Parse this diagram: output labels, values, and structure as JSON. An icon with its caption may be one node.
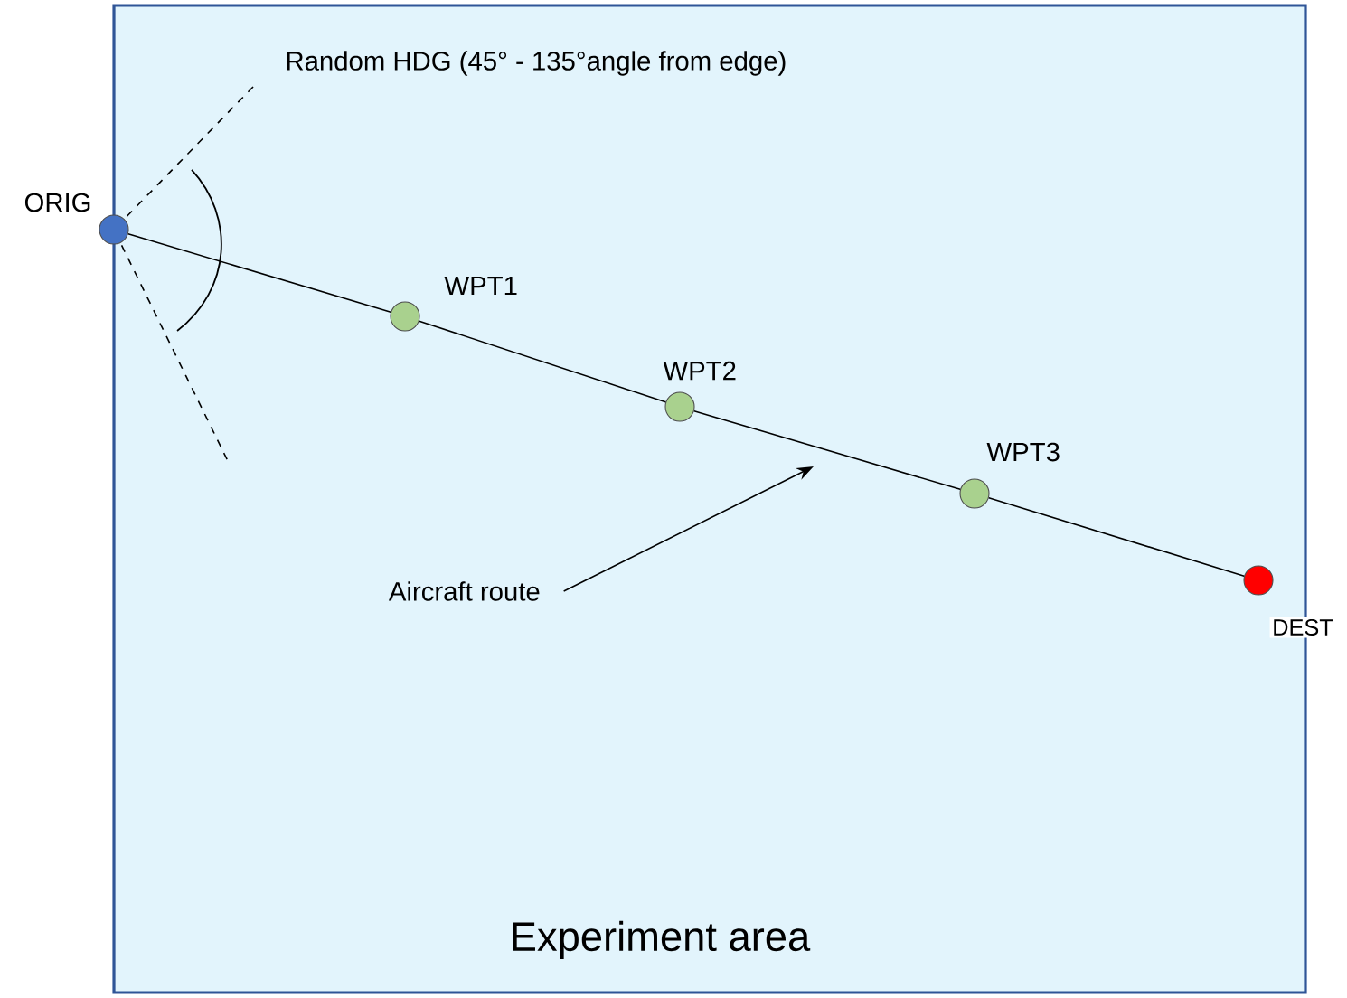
{
  "diagram": {
    "nodes": [
      {
        "text": [
          "Experiment area"
        ]
      },
      {
        "text": [],
        "shape": "circle",
        "beside": [
          "ORIG"
        ],
        "in": 0
      },
      {
        "text": [],
        "shape": "circle",
        "beside": [
          "WPT1"
        ],
        "in": 0
      },
      {
        "text": [],
        "shape": "circle",
        "beside": [
          "WPT2"
        ],
        "in": 0
      },
      {
        "text": [],
        "shape": "circle",
        "beside": [
          "WPT3"
        ],
        "in": 0
      },
      {
        "text": [],
        "shape": "circle",
        "beside": [
          "DEST"
        ],
        "in": 0
      },
      {
        "text": [
          "Aircraft route"
        ],
        "in": 0
      }
    ],
    "edges": [
      {
        "from": 1,
        "to": 2,
        "arrow": "none"
      },
      {
        "from": 2,
        "to": 3,
        "arrow": "none"
      },
      {
        "from": 3,
        "to": 4,
        "arrow": "none"
      },
      {
        "from": 4,
        "to": 5,
        "arrow": "none"
      },
      {
        "from": 6,
        "to": null,
        "arrow": "to"
      }
    ],
    "labels": [
      "Random HDG (45° - 135°angle from edge)"
    ]
  }
}
